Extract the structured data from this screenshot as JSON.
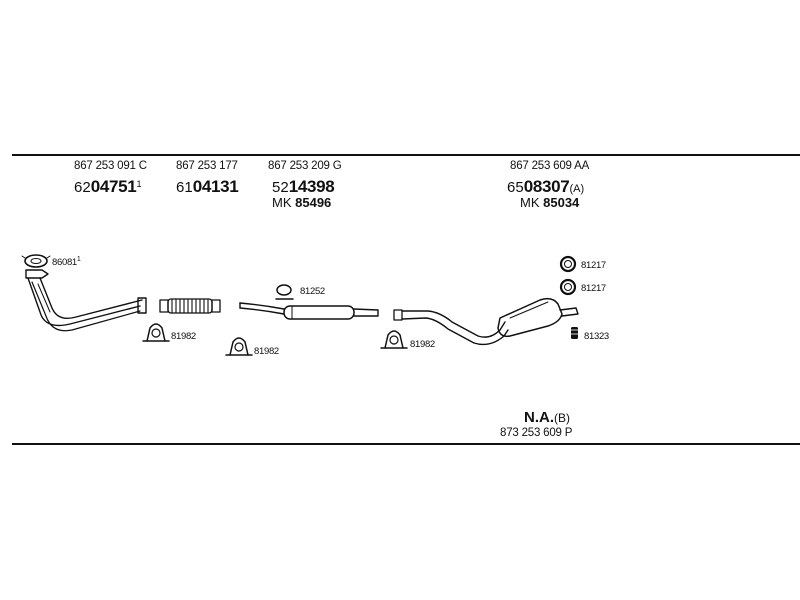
{
  "columns": [
    {
      "part_no": "867 253 091 C",
      "ref_prefix": "62",
      "ref_bold": "04751",
      "ref_suffix": "",
      "ref_sup": "1",
      "mk_prefix": "",
      "mk_bold": ""
    },
    {
      "part_no": "867 253 177",
      "ref_prefix": "61",
      "ref_bold": "04131",
      "ref_suffix": "",
      "ref_sup": "",
      "mk_prefix": "",
      "mk_bold": ""
    },
    {
      "part_no": "867 253 209 G",
      "ref_prefix": "52",
      "ref_bold": "14398",
      "ref_suffix": "",
      "ref_sup": "",
      "mk_prefix": "MK",
      "mk_bold": "85496"
    },
    {
      "part_no": "867 253 609 AA",
      "ref_prefix": "65",
      "ref_bold": "08307",
      "ref_suffix": "(A)",
      "ref_sup": "",
      "mk_prefix": "MK",
      "mk_bold": "85034"
    }
  ],
  "labels": {
    "gasket": {
      "text": "86081",
      "sup": "1"
    },
    "clamp_1": "81982",
    "clamp_2": "81982",
    "clamp_3": "81982",
    "ring": "81252",
    "ring_1": "81217",
    "ring_2": "81217",
    "hanger": "81323"
  },
  "footer": {
    "bold": "N.A.",
    "suffix": "(B)",
    "part_no": "873 253 609 P"
  }
}
